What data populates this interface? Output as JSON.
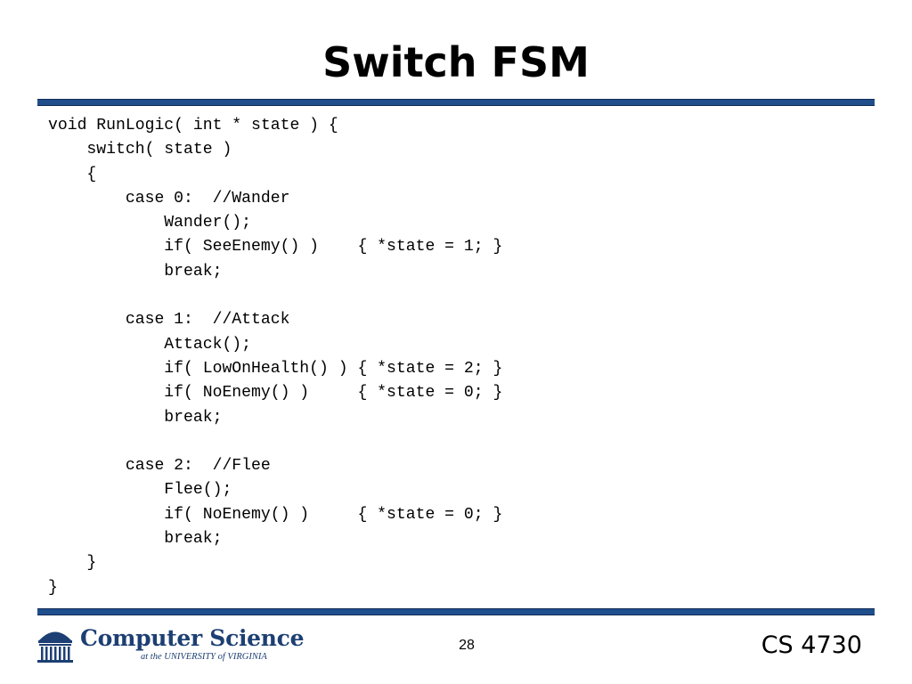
{
  "slide": {
    "title": "Switch FSM",
    "code_lines": [
      "void RunLogic( int * state ) {",
      "    switch( state )",
      "    {",
      "        case 0:  //Wander",
      "            Wander();",
      "            if( SeeEnemy() )    { *state = 1; }",
      "            break;",
      "",
      "        case 1:  //Attack",
      "            Attack();",
      "            if( LowOnHealth() ) { *state = 2; }",
      "            if( NoEnemy() )     { *state = 0; }",
      "            break;",
      "",
      "        case 2:  //Flee",
      "            Flee();",
      "            if( NoEnemy() )     { *state = 0; }",
      "            break;",
      "    }",
      "}"
    ]
  },
  "footer": {
    "logo_main": "Computer Science",
    "logo_sub": "at the UNIVERSITY of VIRGINIA",
    "logo_icon": "rotunda-icon",
    "page_number": "28",
    "course_code": "CS 4730"
  },
  "colors": {
    "rule": "#1f4e8c",
    "logo": "#1d3f73",
    "text": "#000000"
  }
}
